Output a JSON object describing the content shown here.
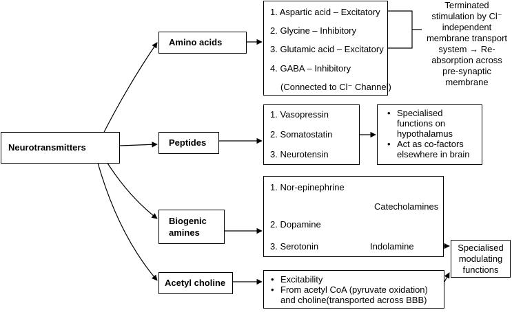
{
  "root": {
    "label": "Neurotransmitters"
  },
  "categories": {
    "amino_acids": "Amino acids",
    "peptides": "Peptides",
    "biogenic_amines": [
      "Biogenic",
      "amines"
    ],
    "acetyl_choline": "Acetyl choline"
  },
  "amino_acid_list": {
    "items": [
      "1. Aspartic acid – Excitatory",
      "2. Glycine – Inhibitory",
      "3. Glutamic acid – Excitatory",
      "4. GABA – Inhibitory"
    ],
    "note": "(Connected to Cl⁻ Channel)"
  },
  "amino_acid_termination": [
    "Terminated",
    "stimulation by Cl⁻",
    "independent",
    "membrane transport",
    "system → Re-",
    "absorption across",
    "pre-synaptic",
    "membrane"
  ],
  "peptide_list": [
    "1. Vasopressin",
    "2. Somatostatin",
    "3. Neurotensin"
  ],
  "peptide_functions": [
    [
      "Specialised",
      "functions on",
      "hypothalamus"
    ],
    [
      "Act as co-factors",
      "elsewhere in brain"
    ]
  ],
  "amine_list": {
    "nor_epinephrine": "1. Nor-epinephrine",
    "dopamine": "2. Dopamine",
    "catecholamines": "Catecholamines",
    "serotonin": "3. Serotonin",
    "indolamine": "Indolamine"
  },
  "modulating": [
    "Specialised",
    "modulating",
    "functions"
  ],
  "acetyl_choline_info": [
    [
      "Excitability"
    ],
    [
      "From acetyl CoA (pyruvate oxidation)",
      "and choline(transported across BBB)"
    ]
  ]
}
